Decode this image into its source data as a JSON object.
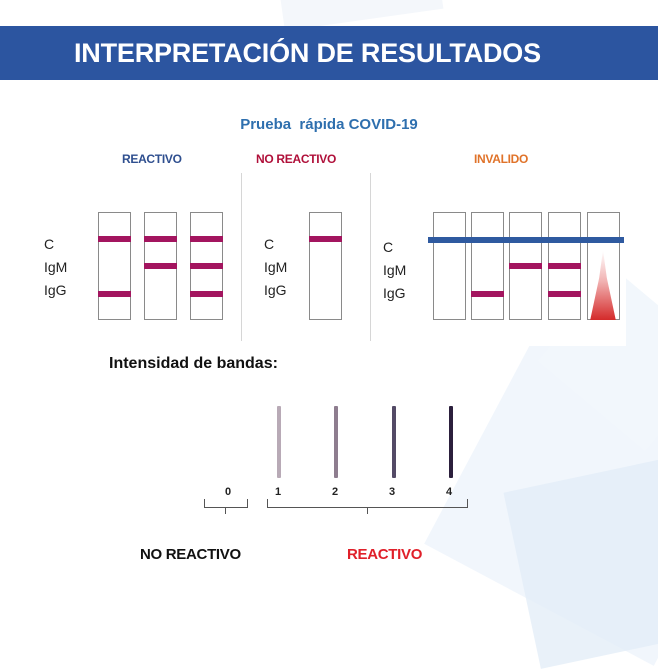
{
  "header": {
    "title": "INTERPRETACIÓN DE RESULTADOS"
  },
  "subtitle": "Prueba  rápida COVID-19",
  "categories": {
    "reactivo": "REACTIVO",
    "no_reactivo": "NO REACTIVO",
    "invalido": "INVALIDO"
  },
  "line_labels": {
    "c": "C",
    "igm": "IgM",
    "igg": "IgG"
  },
  "intensity": {
    "title": "Intensidad de bandas:",
    "levels": [
      "0",
      "1",
      "2",
      "3",
      "4"
    ]
  },
  "footer": {
    "no_reactivo": "NO REACTIVO",
    "reactivo": "REACTIVO"
  },
  "colors": {
    "header_bg": "#2c55a0",
    "band_magenta": "#a3155f",
    "band_blue": "#2f5aa0",
    "reactivo_label": "#2f4f8f",
    "no_reactivo_label": "#b0103a",
    "invalido_label": "#e0732a",
    "reactivo_footer": "#e0202a"
  }
}
